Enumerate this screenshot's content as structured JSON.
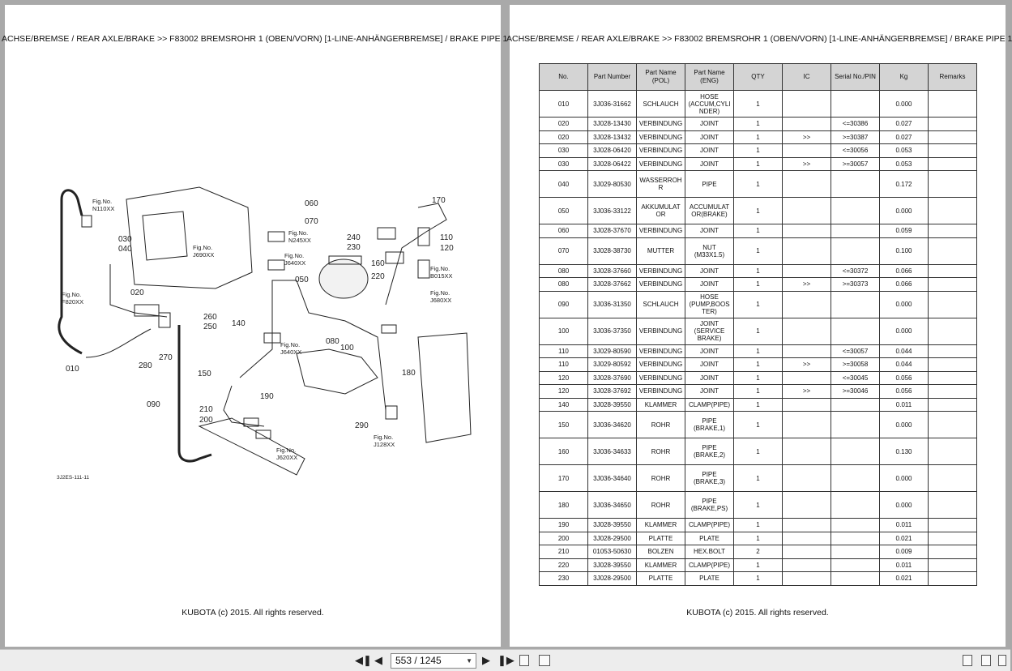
{
  "header_text": "ACHSE/BREMSE / REAR AXLE/BRAKE >> F83002   BREMSROHR 1 (OBEN/VORN) [1-LINE-ANHÄNGERBREMSE] / BRAKE PIPE 1",
  "footer_text": "KUBOTA (c) 2015. All rights reserved.",
  "diagram": {
    "code": "3J2ES-111-11",
    "part_callouts": [
      "010",
      "020",
      "030",
      "040",
      "050",
      "060",
      "070",
      "080",
      "090",
      "100",
      "110",
      "120",
      "140",
      "150",
      "160",
      "170",
      "180",
      "190",
      "200",
      "210",
      "220",
      "230",
      "240",
      "250",
      "260",
      "270",
      "280",
      "290"
    ],
    "fig_refs": [
      "Fig.No. N110XX",
      "Fig.No. J690XX",
      "Fig.No. F820XX",
      "Fig.No. N245XX",
      "Fig.No. J640XX",
      "Fig.No. B015XX",
      "Fig.No. J680XX",
      "Fig.No. J640XX",
      "Fig.No. J128XX",
      "Fig.No. J620XX"
    ]
  },
  "table": {
    "headers": [
      "No.",
      "Part Number",
      "Part Name (POL)",
      "Part Name (ENG)",
      "QTY",
      "IC",
      "Serial No./PIN",
      "Kg",
      "Remarks"
    ],
    "rows": [
      [
        "010",
        "3J036-31662",
        "SCHLAUCH",
        "HOSE (ACCUM,CYLI NDER)",
        "1",
        "",
        "",
        "0.000",
        ""
      ],
      [
        "020",
        "3J028-13430",
        "VERBINDUNG",
        "JOINT",
        "1",
        "",
        "<=30386",
        "0.027",
        ""
      ],
      [
        "020",
        "3J028-13432",
        "VERBINDUNG",
        "JOINT",
        "1",
        ">>",
        ">=30387",
        "0.027",
        ""
      ],
      [
        "030",
        "3J028-06420",
        "VERBINDUNG",
        "JOINT",
        "1",
        "",
        "<=30056",
        "0.053",
        ""
      ],
      [
        "030",
        "3J028-06422",
        "VERBINDUNG",
        "JOINT",
        "1",
        ">>",
        ">=30057",
        "0.053",
        ""
      ],
      [
        "040",
        "3J029-80530",
        "WASSERROH R",
        "PIPE",
        "1",
        "",
        "",
        "0.172",
        ""
      ],
      [
        "050",
        "3J036-33122",
        "AKKUMULAT OR",
        "ACCUMULAT OR(BRAKE)",
        "1",
        "",
        "",
        "0.000",
        ""
      ],
      [
        "060",
        "3J028-37670",
        "VERBINDUNG",
        "JOINT",
        "1",
        "",
        "",
        "0.059",
        ""
      ],
      [
        "070",
        "3J028-38730",
        "MUTTER",
        "NUT (M33X1.5)",
        "1",
        "",
        "",
        "0.100",
        ""
      ],
      [
        "080",
        "3J028-37660",
        "VERBINDUNG",
        "JOINT",
        "1",
        "",
        "<=30372",
        "0.066",
        ""
      ],
      [
        "080",
        "3J028-37662",
        "VERBINDUNG",
        "JOINT",
        "1",
        ">>",
        ">=30373",
        "0.066",
        ""
      ],
      [
        "090",
        "3J036-31350",
        "SCHLAUCH",
        "HOSE (PUMP,BOOS TER)",
        "1",
        "",
        "",
        "0.000",
        ""
      ],
      [
        "100",
        "3J036-37350",
        "VERBINDUNG",
        "JOINT (SERVICE BRAKE)",
        "1",
        "",
        "",
        "0.000",
        ""
      ],
      [
        "110",
        "3J029-80590",
        "VERBINDUNG",
        "JOINT",
        "1",
        "",
        "<=30057",
        "0.044",
        ""
      ],
      [
        "110",
        "3J029-80592",
        "VERBINDUNG",
        "JOINT",
        "1",
        ">>",
        ">=30058",
        "0.044",
        ""
      ],
      [
        "120",
        "3J028-37690",
        "VERBINDUNG",
        "JOINT",
        "1",
        "",
        "<=30045",
        "0.056",
        ""
      ],
      [
        "120",
        "3J028-37692",
        "VERBINDUNG",
        "JOINT",
        "1",
        ">>",
        ">=30046",
        "0.056",
        ""
      ],
      [
        "140",
        "3J028-39550",
        "KLAMMER",
        "CLAMP(PIPE)",
        "1",
        "",
        "",
        "0.011",
        ""
      ],
      [
        "150",
        "3J036-34620",
        "ROHR",
        "PIPE (BRAKE,1)",
        "1",
        "",
        "",
        "0.000",
        ""
      ],
      [
        "160",
        "3J036-34633",
        "ROHR",
        "PIPE (BRAKE,2)",
        "1",
        "",
        "",
        "0.130",
        ""
      ],
      [
        "170",
        "3J036-34640",
        "ROHR",
        "PIPE (BRAKE,3)",
        "1",
        "",
        "",
        "0.000",
        ""
      ],
      [
        "180",
        "3J036-34650",
        "ROHR",
        "PIPE (BRAKE,PS)",
        "1",
        "",
        "",
        "0.000",
        ""
      ],
      [
        "190",
        "3J028-39550",
        "KLAMMER",
        "CLAMP(PIPE)",
        "1",
        "",
        "",
        "0.011",
        ""
      ],
      [
        "200",
        "3J028-29500",
        "PLATTE",
        "PLATE",
        "1",
        "",
        "",
        "0.021",
        ""
      ],
      [
        "210",
        "01053-50630",
        "BOLZEN",
        "HEX.BOLT",
        "2",
        "",
        "",
        "0.009",
        ""
      ],
      [
        "220",
        "3J028-39550",
        "KLAMMER",
        "CLAMP(PIPE)",
        "1",
        "",
        "",
        "0.011",
        ""
      ],
      [
        "230",
        "3J028-29500",
        "PLATTE",
        "PLATE",
        "1",
        "",
        "",
        "0.021",
        ""
      ]
    ]
  },
  "toolbar": {
    "page_indicator": "553 / 1245",
    "icons": [
      "first-page-icon",
      "prev-page-icon",
      "next-page-icon",
      "last-page-icon",
      "rotate-icon",
      "two-page-icon",
      "single-page-view-icon",
      "continuous-view-icon",
      "facing-view-icon"
    ]
  }
}
